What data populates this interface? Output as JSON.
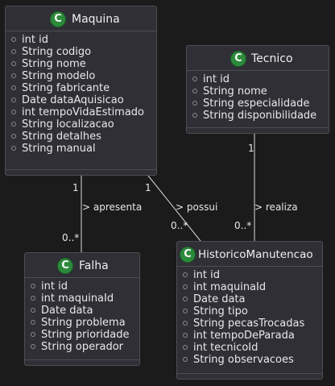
{
  "diagram": {
    "classes": {
      "maquina": {
        "badge": "C",
        "name": "Maquina",
        "fields": [
          "int id",
          "String codigo",
          "String nome",
          "String modelo",
          "String fabricante",
          "Date dataAquisicao",
          "int tempoVidaEstimado",
          "String localizacao",
          "String detalhes",
          "String manual"
        ]
      },
      "tecnico": {
        "badge": "C",
        "name": "Tecnico",
        "fields": [
          "int id",
          "String nome",
          "String especialidade",
          "String disponibilidade"
        ]
      },
      "falha": {
        "badge": "C",
        "name": "Falha",
        "fields": [
          "int id",
          "int maquinaId",
          "Date data",
          "String problema",
          "String prioridade",
          "String operador"
        ]
      },
      "historico": {
        "badge": "C",
        "name": "HistoricoManutencao",
        "fields": [
          "int id",
          "int maquinaId",
          "Date data",
          "String tipo",
          "String pecasTrocadas",
          "int tempoDeParada",
          "int tecnicoId",
          "String observacoes"
        ]
      }
    },
    "relations": {
      "apresenta": {
        "source_multiplicity": "1",
        "target_multiplicity": "0..*",
        "label": "apresenta",
        "direction_glyph": ">"
      },
      "possui": {
        "source_multiplicity": "1",
        "target_multiplicity": "0..*",
        "label": "possui",
        "direction_glyph": ">"
      },
      "realiza": {
        "source_multiplicity": "1",
        "target_multiplicity": "0..*",
        "label": "realiza",
        "direction_glyph": ">"
      }
    }
  }
}
